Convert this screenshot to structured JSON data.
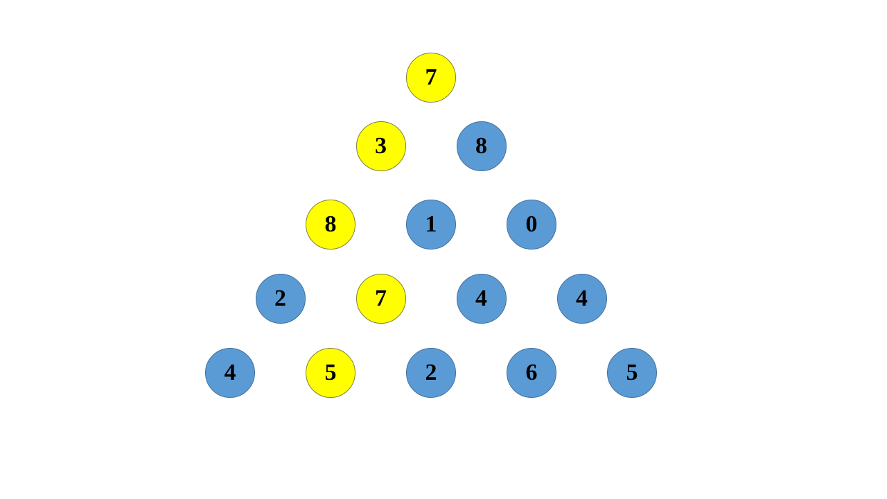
{
  "colors": {
    "highlighted": "#ffff00",
    "normal": "#5b9bd5"
  },
  "triangle": {
    "rows": [
      [
        {
          "value": "7",
          "highlighted": true
        }
      ],
      [
        {
          "value": "3",
          "highlighted": true
        },
        {
          "value": "8",
          "highlighted": false
        }
      ],
      [
        {
          "value": "8",
          "highlighted": true
        },
        {
          "value": "1",
          "highlighted": false
        },
        {
          "value": "0",
          "highlighted": false
        }
      ],
      [
        {
          "value": "2",
          "highlighted": false
        },
        {
          "value": "7",
          "highlighted": true
        },
        {
          "value": "4",
          "highlighted": false
        },
        {
          "value": "4",
          "highlighted": false
        }
      ],
      [
        {
          "value": "4",
          "highlighted": false
        },
        {
          "value": "5",
          "highlighted": true
        },
        {
          "value": "2",
          "highlighted": false
        },
        {
          "value": "6",
          "highlighted": false
        },
        {
          "value": "5",
          "highlighted": false
        }
      ]
    ]
  }
}
